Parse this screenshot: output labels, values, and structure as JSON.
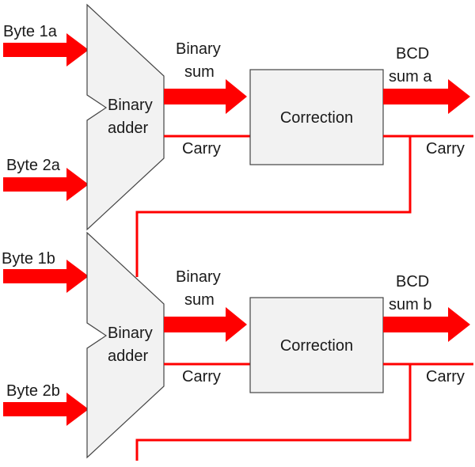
{
  "colors": {
    "signal": "#ff0000",
    "block_fill": "#f2f2f2",
    "block_stroke": "#444444",
    "text": "#1a1a1a"
  },
  "inputs": {
    "byte_1a": "Byte 1a",
    "byte_2a": "Byte 2a",
    "byte_1b": "Byte 1b",
    "byte_2b": "Byte 2b"
  },
  "stage_a": {
    "adder_line1": "Binary",
    "adder_line2": "adder",
    "sum_line1": "Binary",
    "sum_line2": "sum",
    "carry": "Carry",
    "correction": "Correction",
    "out_line1": "BCD",
    "out_line2": "sum a",
    "carry_out": "Carry"
  },
  "stage_b": {
    "adder_line1": "Binary",
    "adder_line2": "adder",
    "sum_line1": "Binary",
    "sum_line2": "sum",
    "carry": "Carry",
    "correction": "Correction",
    "out_line1": "BCD",
    "out_line2": "sum b",
    "carry_out": "Carry"
  }
}
